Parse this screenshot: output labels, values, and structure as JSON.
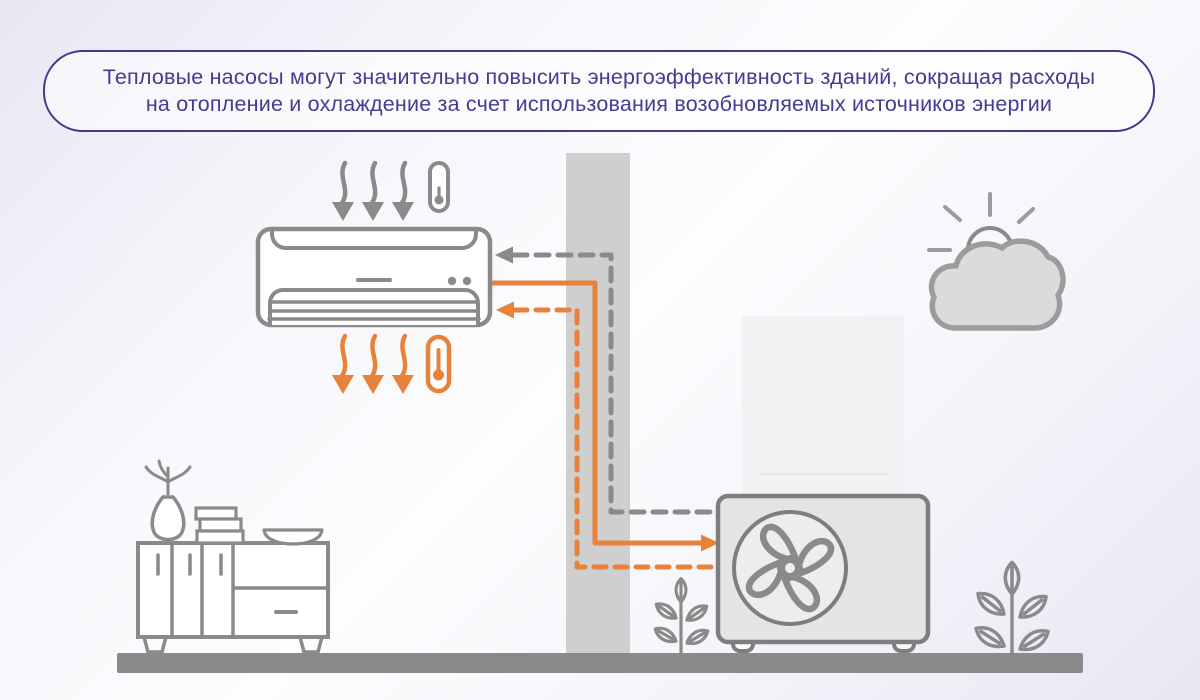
{
  "header": {
    "line1": "Тепловые насосы могут значительно повысить энергоэффективность зданий, сокращая расходы",
    "line2": "на отопление и охлаждение за счет использования возобновляемых источников энергии"
  },
  "theme": {
    "accent_orange": "#E8823B",
    "icon_gray": "#8A8A8A",
    "outline_gray": "#7E7E7E",
    "wall_gray": "#CFCFCF",
    "ground_gray": "#8A8A8A",
    "unit_fill": "#E4E4E4",
    "fan_circle_fill": "#EDEDED",
    "cloud_fill": "#DBDBDB",
    "cloud_border": "#9C9C9C",
    "column_fill": "#F2F2F4",
    "header_border": "#3E3A8C",
    "header_text": "#413D90",
    "bg_lavender": "#E9E6F3",
    "bg_white": "#FDFDFF"
  },
  "diagram": {
    "icons": [
      "cold-air-arrows-icon",
      "cold-thermometer-icon",
      "indoor-unit-icon",
      "warm-air-arrows-icon",
      "warm-thermometer-icon",
      "wall",
      "outdoor-unit-icon",
      "fan-icon",
      "sun-icon",
      "cloud-icon",
      "sideboard-icon",
      "vase-icon",
      "books-icon",
      "bowl-icon",
      "plant-icon",
      "ground"
    ],
    "flows": [
      {
        "name": "gray-dashed-line",
        "style": "dashed",
        "color_key": "icon_gray",
        "direction": "outdoor-to-indoor"
      },
      {
        "name": "orange-solid-line",
        "style": "solid",
        "color_key": "accent_orange",
        "direction": "indoor-to-outdoor"
      },
      {
        "name": "orange-dashed-line",
        "style": "dashed",
        "color_key": "accent_orange",
        "direction": "outdoor-to-indoor"
      }
    ]
  }
}
